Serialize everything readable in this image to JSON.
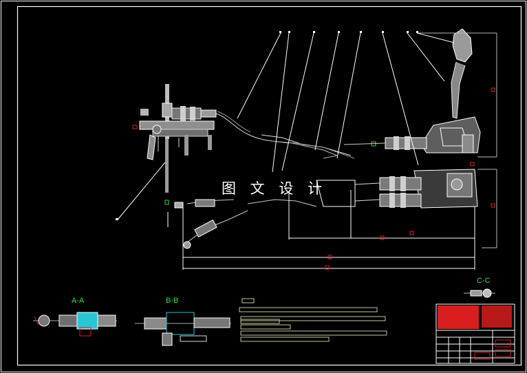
{
  "drawing": {
    "watermark": "图 文 设 计",
    "section_labels": {
      "a": "A-A",
      "b": "B-B",
      "c": "C-C"
    }
  },
  "colors": {
    "background": "#000000",
    "frame": "#ffffff",
    "section_label": "#31e037",
    "dimension_marker": "#e02020",
    "cyan_detail": "#29c6d8",
    "note_bar": "#c8c8a0",
    "title_block_red": "#d81e1e"
  }
}
